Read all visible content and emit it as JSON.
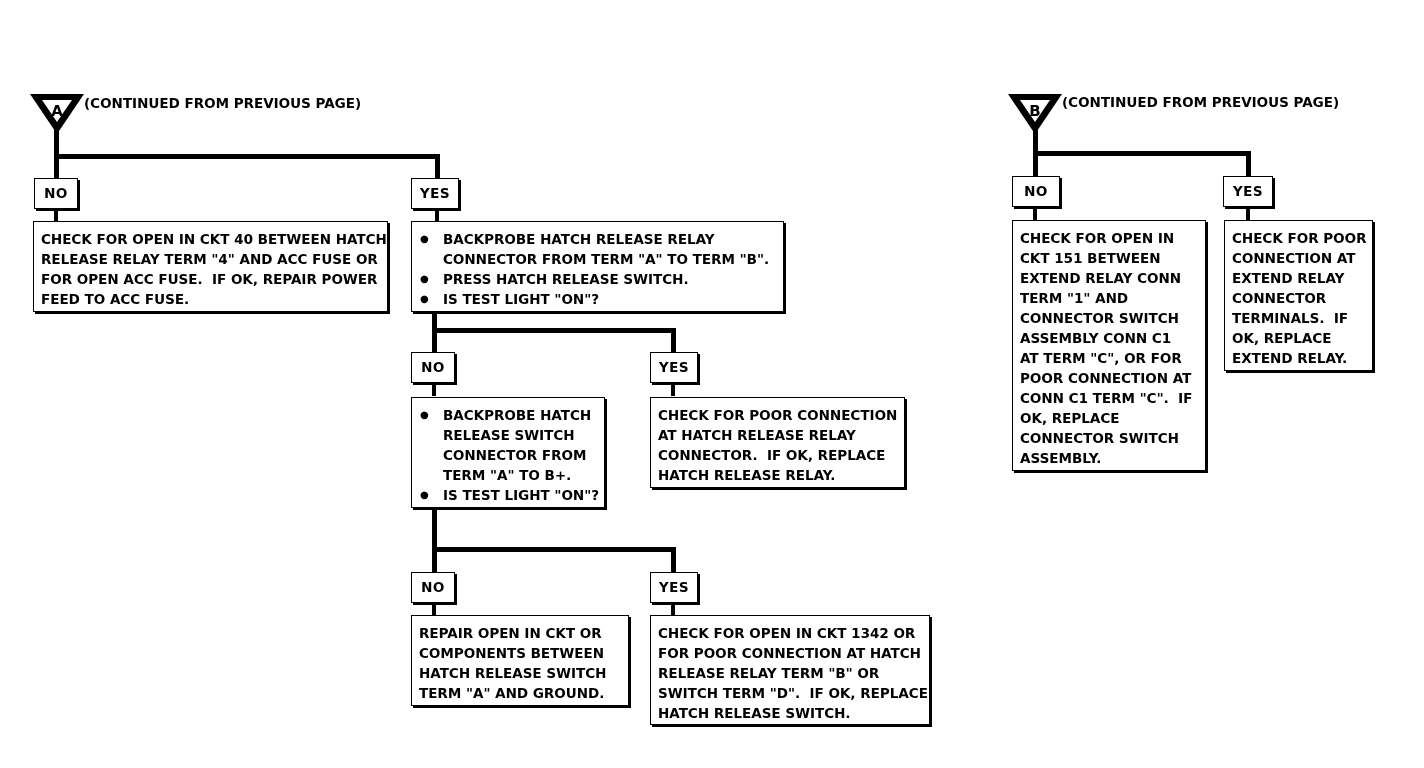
{
  "section_a": {
    "marker_letter": "A",
    "continued_text": "(CONTINUED FROM PREVIOUS PAGE)",
    "branch1": {
      "no_label": "NO",
      "yes_label": "YES",
      "no_box": "CHECK FOR OPEN IN CKT 40 BETWEEN HATCH\nRELEASE RELAY TERM \"4\" AND ACC FUSE OR\nFOR OPEN ACC FUSE.  IF OK, REPAIR POWER\nFEED TO ACC FUSE.",
      "yes_box": [
        "BACKPROBE HATCH RELEASE RELAY\nCONNECTOR FROM TERM \"A\" TO TERM \"B\".",
        "PRESS HATCH RELEASE SWITCH.",
        "IS TEST LIGHT \"ON\"?"
      ]
    },
    "branch2": {
      "no_label": "NO",
      "yes_label": "YES",
      "no_box": [
        "BACKPROBE HATCH\nRELEASE SWITCH\nCONNECTOR FROM\nTERM \"A\" TO B+.",
        "IS TEST LIGHT \"ON\"?"
      ],
      "yes_box": "CHECK FOR POOR CONNECTION\nAT HATCH RELEASE RELAY\nCONNECTOR.  IF OK, REPLACE\nHATCH RELEASE RELAY."
    },
    "branch3": {
      "no_label": "NO",
      "yes_label": "YES",
      "no_box": "REPAIR OPEN IN CKT OR\nCOMPONENTS BETWEEN\nHATCH RELEASE SWITCH\nTERM \"A\" AND GROUND.",
      "yes_box": "CHECK FOR OPEN IN CKT 1342 OR\nFOR POOR CONNECTION AT HATCH\nRELEASE RELAY TERM \"B\" OR\nSWITCH TERM \"D\".  IF OK, REPLACE\nHATCH RELEASE SWITCH."
    }
  },
  "section_b": {
    "marker_letter": "B",
    "continued_text": "(CONTINUED FROM PREVIOUS PAGE)",
    "no_label": "NO",
    "yes_label": "YES",
    "no_box": "CHECK FOR OPEN IN\nCKT 151 BETWEEN\nEXTEND RELAY CONN\nTERM \"1\" AND\nCONNECTOR SWITCH\nASSEMBLY CONN C1\nAT TERM \"C\", OR FOR\nPOOR CONNECTION AT\nCONN C1 TERM \"C\".  IF\nOK, REPLACE\nCONNECTOR SWITCH\nASSEMBLY.",
    "yes_box": "CHECK FOR POOR\nCONNECTION AT\nEXTEND RELAY\nCONNECTOR\nTERMINALS.  IF\nOK, REPLACE\nEXTEND RELAY."
  }
}
